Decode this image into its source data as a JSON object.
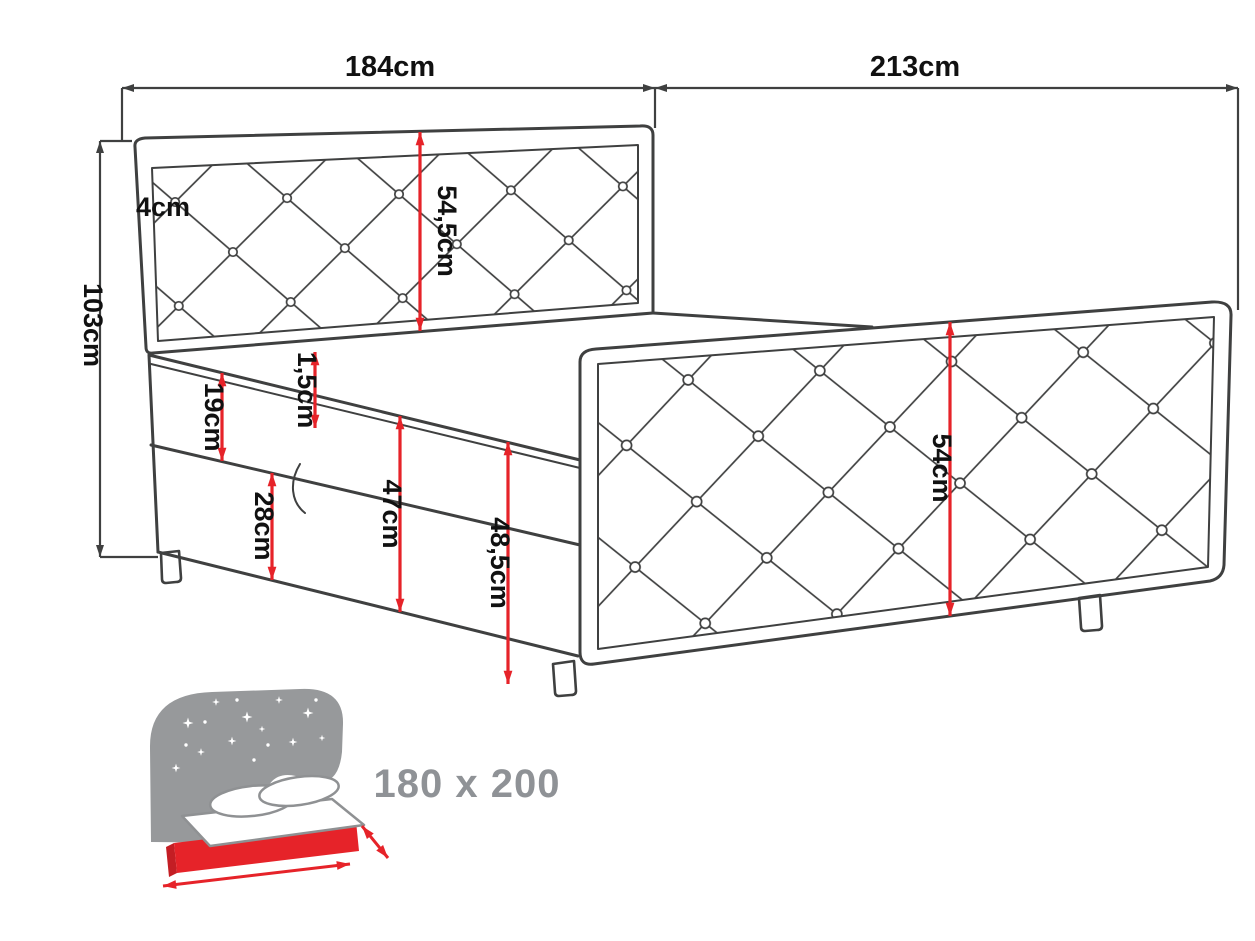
{
  "diagram": {
    "kind": "boxspring-bed-dimension-diagram",
    "labels": {
      "width_head": "184cm",
      "width_total": "213cm",
      "height_total": "103cm",
      "headboard_top": "4cm",
      "headboard": "54,5cm",
      "mattress": "19cm",
      "topper": "1,5cm",
      "drawer": "28cm",
      "base": "47cm",
      "base_total": "48,5cm",
      "footboard": "54cm"
    },
    "size_icon": {
      "label": "180 x 200"
    },
    "colors": {
      "outline": "#3f4040",
      "dimension_red": "#e62329",
      "icon_gray": "#97999b",
      "size_text": "#8f9296"
    }
  }
}
